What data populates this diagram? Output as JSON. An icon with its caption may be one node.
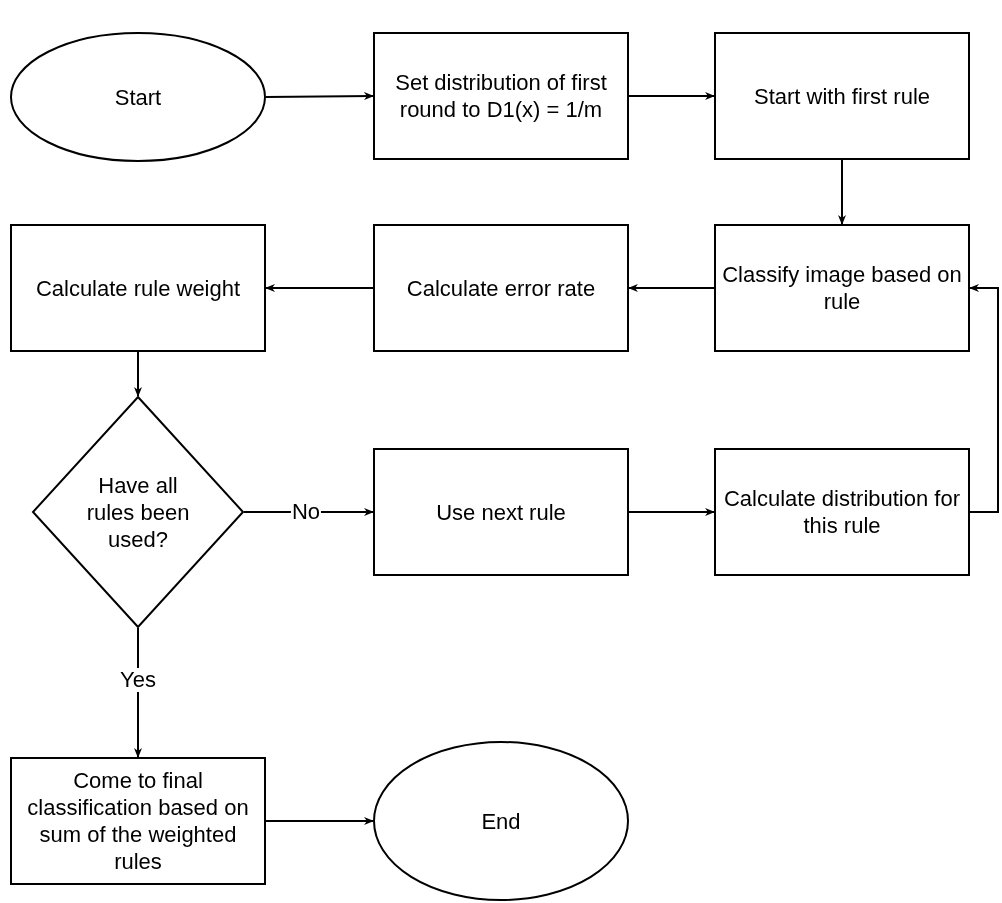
{
  "diagram": {
    "nodes": [
      {
        "text": [
          "Start"
        ]
      },
      {
        "text": [
          "Set distribution of first round to D1(x) = 1/m"
        ]
      },
      {
        "text": [
          "Start with first rule"
        ]
      },
      {
        "text": [
          "Classify image based on rule"
        ]
      },
      {
        "text": [
          "Calculate error rate"
        ]
      },
      {
        "text": [
          "Calculate rule weight"
        ]
      },
      {
        "text": [
          "Have all rules been used?"
        ]
      },
      {
        "text": [
          "Use next rule"
        ]
      },
      {
        "text": [
          "Calculate distribution for this rule"
        ]
      },
      {
        "text": [
          "Come to final classification based on sum of the weighted rules"
        ]
      },
      {
        "text": [
          "End"
        ]
      }
    ],
    "edges": [
      {
        "from": 0,
        "to": 1,
        "arrow": "to"
      },
      {
        "from": 1,
        "to": 2,
        "arrow": "to"
      },
      {
        "from": 2,
        "to": 3,
        "arrow": "to"
      },
      {
        "from": 3,
        "to": 4,
        "arrow": "to"
      },
      {
        "from": 4,
        "to": 5,
        "arrow": "to"
      },
      {
        "from": 5,
        "to": 6,
        "arrow": "to"
      },
      {
        "from": 6,
        "to": 7,
        "arrow": "to",
        "label": "No"
      },
      {
        "from": 7,
        "to": 8,
        "arrow": "to"
      },
      {
        "from": 8,
        "to": 3,
        "arrow": "to"
      },
      {
        "from": 6,
        "to": 9,
        "arrow": "to",
        "label": "Yes"
      },
      {
        "from": 9,
        "to": 10,
        "arrow": "to"
      }
    ]
  }
}
